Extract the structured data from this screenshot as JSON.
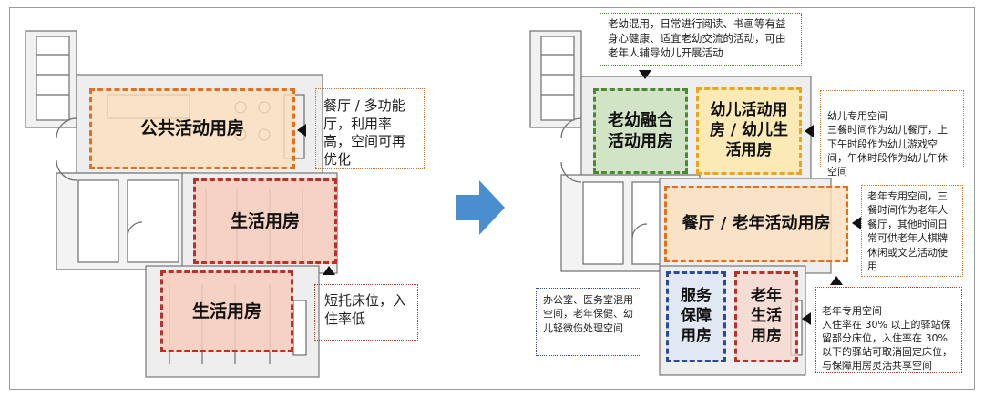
{
  "before": {
    "zones": {
      "public_activity": "公共活动用房",
      "living_1": "生活用房",
      "living_2": "生活用房"
    },
    "notes": {
      "dining": "餐厅 / 多功能厅，利用率高，空间可再优化",
      "respite": "短托床位，入住率低"
    }
  },
  "after": {
    "zones": {
      "intergen": "老幼融合活动用房",
      "children": "幼儿活动用房 / 幼儿生活用房",
      "dining_elderly": "餐厅 / 老年活动用房",
      "service": "服务保障用房",
      "elderly_living": "老年生活用房"
    },
    "notes": {
      "mixed_use": "老幼混用，日常进行阅读、书画等有益身心健康、适宜老幼交流的活动，可由老年人辅导幼儿开展活动",
      "children_space": "幼儿专用空间\n三餐时间作为幼儿餐厅，上下午时段作为幼儿游戏空间，午休时段作为幼儿午休空间",
      "elderly_space": "老年专用空间，三餐时间作为老年人餐厅，其他时间日常可供老年人棋牌休闲或文艺活动使用",
      "office": "办公室、医务室混用空间，老年保健、幼儿轻微伤处理空间",
      "elderly_beds": "老年专用空间\n入住率在 30% 以上的驿站保留部分床位，入住率在 30% 以下的驿站可取消固定床位，与保障用房灵活共享空间"
    }
  },
  "colors": {
    "arrow": "#4a8ed0",
    "orange": "#e46f1e",
    "red": "#b5332a",
    "green": "#4b8a2e",
    "yellow": "#eaa51c",
    "blue": "#2a4b9a"
  }
}
